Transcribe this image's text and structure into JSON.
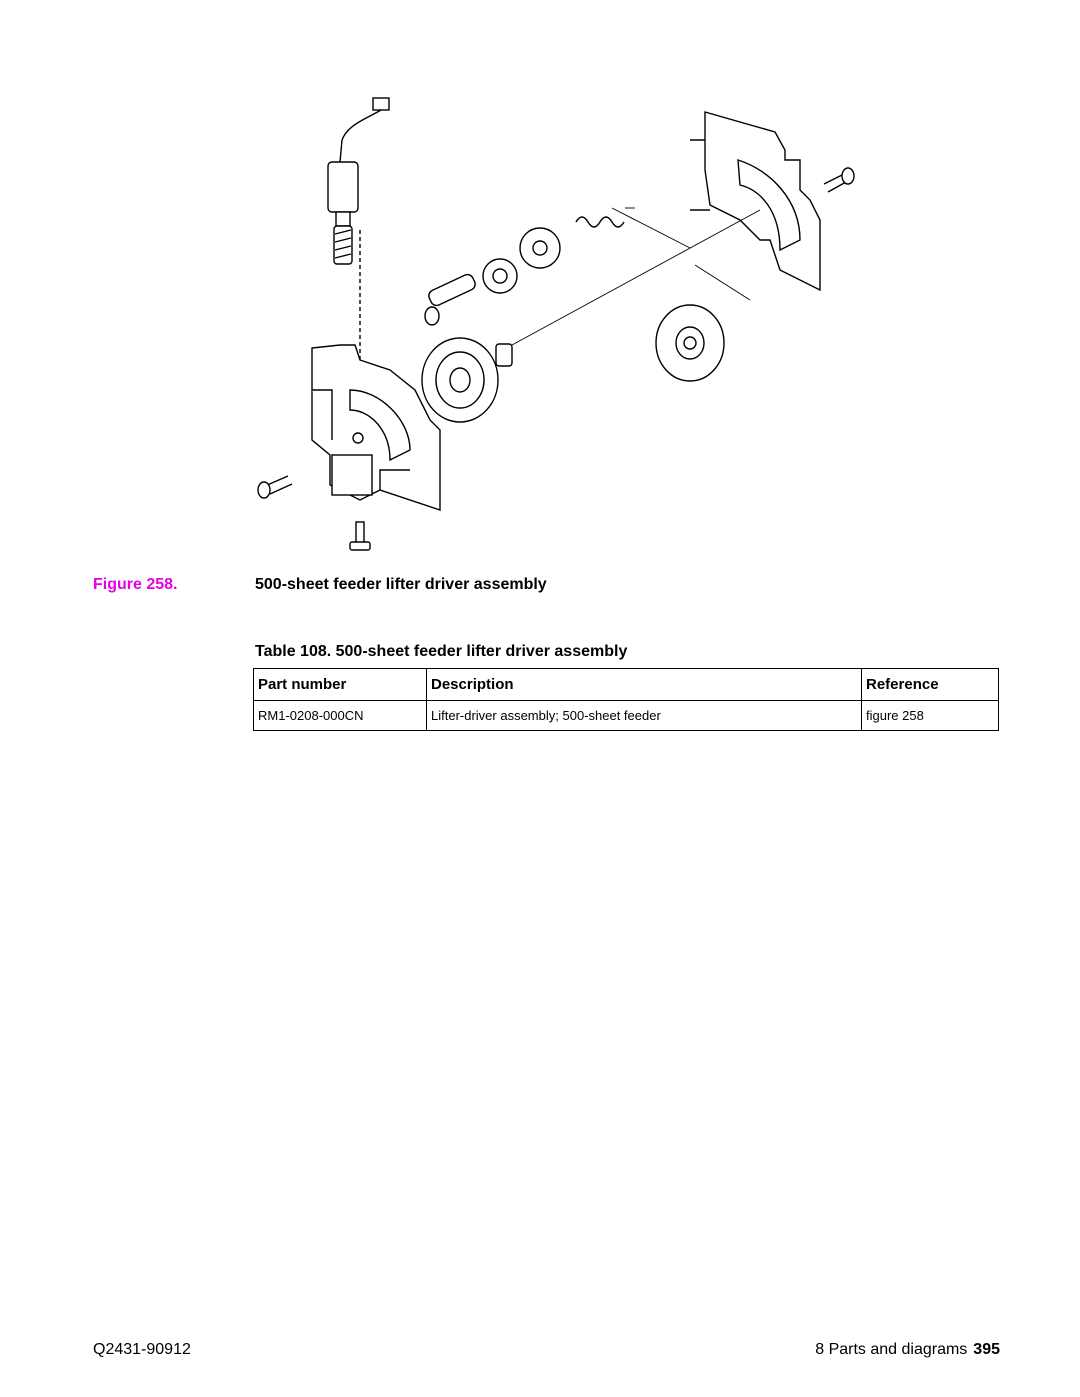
{
  "figure": {
    "label": "Figure 258.",
    "caption": "500-sheet feeder lifter driver assembly"
  },
  "table": {
    "caption": "Table 108. 500-sheet feeder lifter driver assembly",
    "headers": [
      "Part number",
      "Description",
      "Reference"
    ],
    "rows": [
      [
        "RM1-0208-000CN",
        "Lifter-driver assembly; 500-sheet feeder",
        "figure 258"
      ]
    ]
  },
  "footer": {
    "doc_number": "Q2431-90912",
    "section": "8 Parts and diagrams",
    "page_number": "395"
  },
  "colors": {
    "figure_label": "#e600e6"
  }
}
